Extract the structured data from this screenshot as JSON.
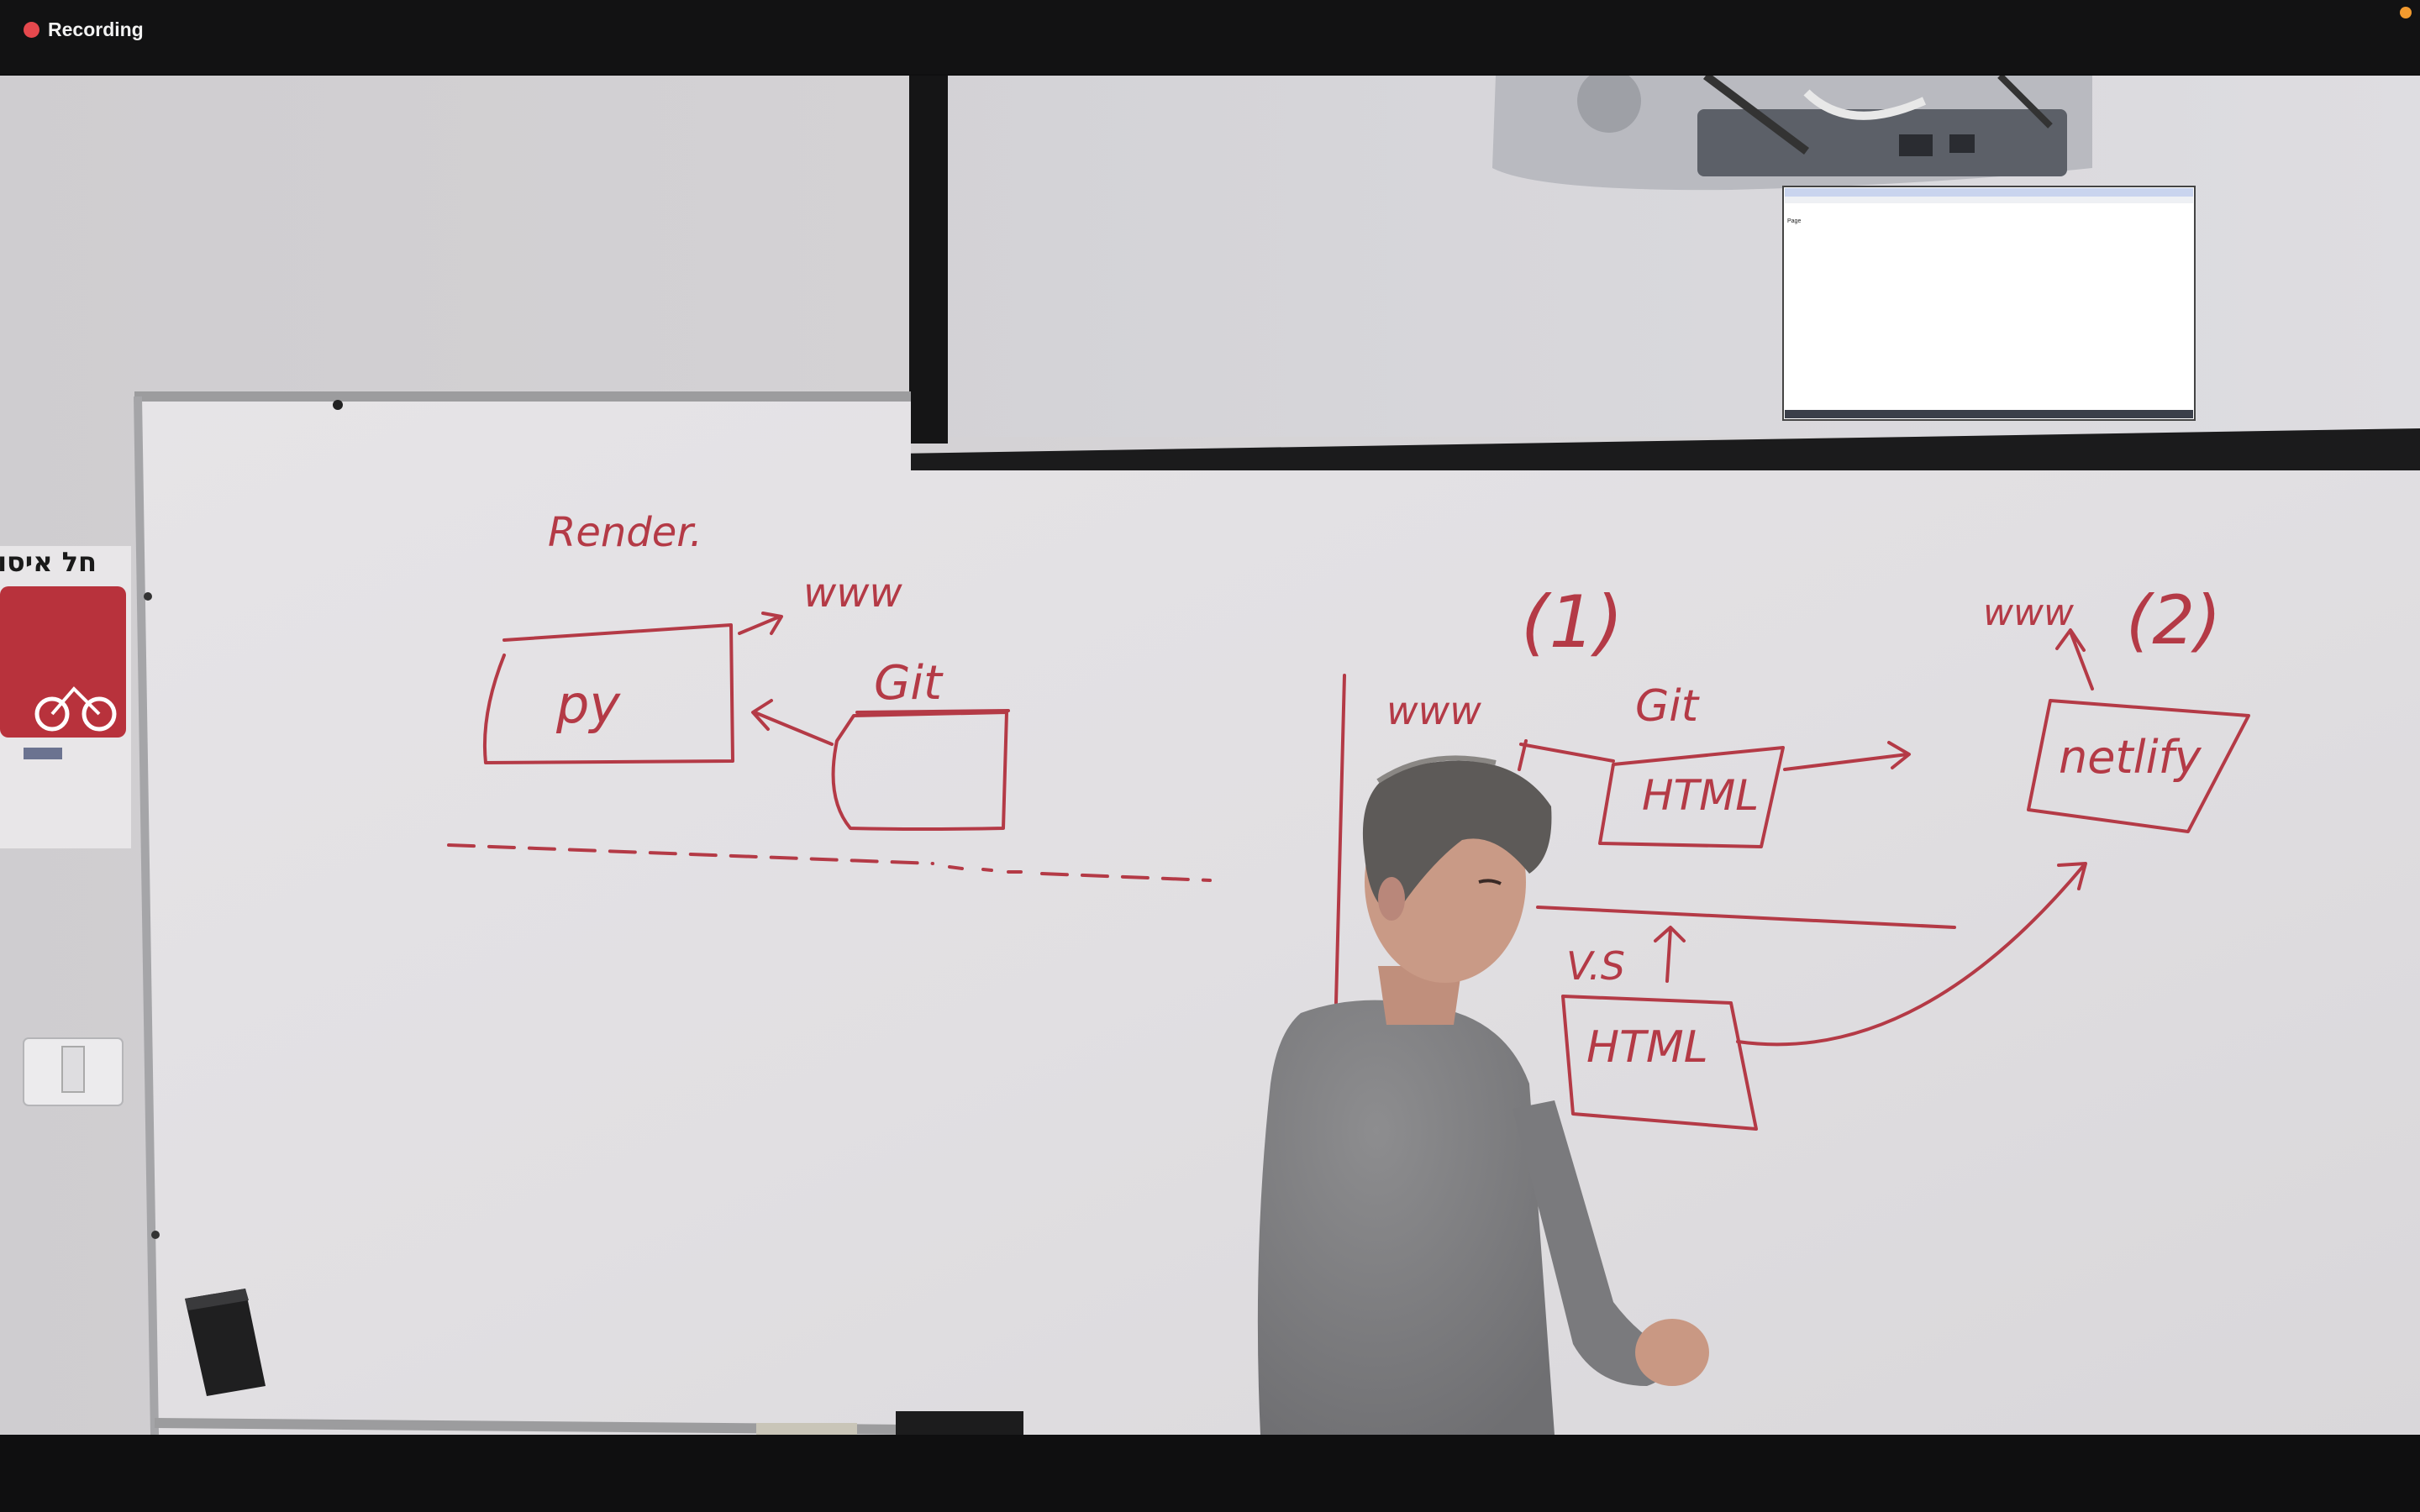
{
  "window": {
    "recording_label": "Recording",
    "status_dot_color": "#f29a2e",
    "recording_dot_color": "#e5484d"
  },
  "video": {
    "projected_browser": {
      "page_heading": "Page"
    },
    "whiteboard_text": {
      "render_label": "Render.",
      "www_left": "www",
      "py_box": "py",
      "git_left": "Git",
      "num_1": "(1)",
      "www_mid": "www",
      "git_mid": "Git",
      "html_top": "HTML",
      "num_2": "(2)",
      "www_right": "www",
      "netlify": "netlify",
      "vs": "V.S",
      "html_bottom": "HTML"
    },
    "poster_text": "חל איסור"
  }
}
